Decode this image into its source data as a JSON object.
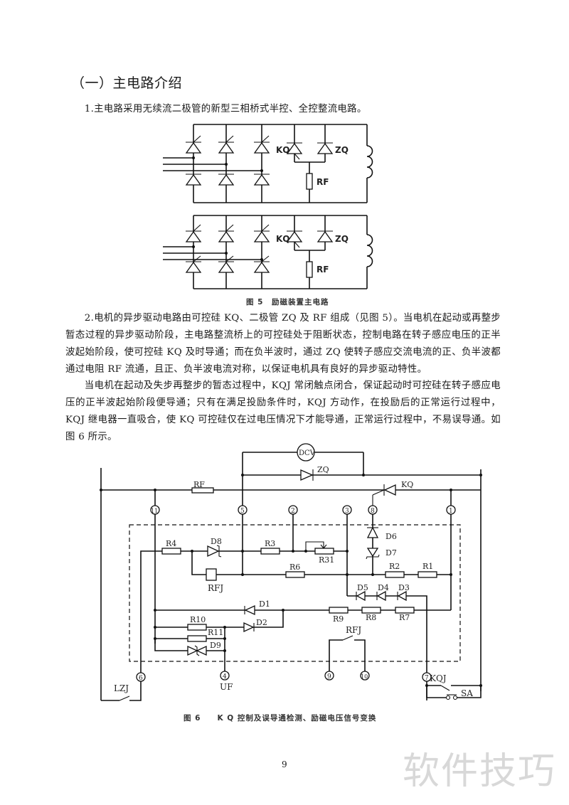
{
  "section": {
    "heading": "（一）主电路介绍"
  },
  "paragraphs": [
    "1.主电路采用无续流二极管的新型三相桥式半控、全控整流电路。",
    "2.电机的异步驱动电路由可控硅 KQ、二极管 ZQ 及 RF 组成（见图 5）。当电机在起动或再整步暂态过程的异步驱动阶段，主电路整流桥上的可控硅处于阻断状态，控制电路在转子感应电压的正半波起始阶段，使可控硅 KQ 及时导通；而在负半波时，通过 ZQ 使转子感应交流电流的正、负半波都通过电阻 RF 流通，且正、负半波电流对称，以保证电机具有良好的异步驱动特性。",
    "当电机在起动及失步再整步的暂态过程中，KQJ 常闭触点闭合，保证起动时可控硅在转子感应电压的正半波起始阶段便导通；只有在满足投励条件时，KQJ 方动作，在投励后的正常运行过程中，KQJ 继电器一直吸合，使 KQ 可控硅仅在过电压情况下才能导通，正常运行过程中，不易误导通。如图 6 所示。"
  ],
  "figure5": {
    "caption": "图 5　励磁装置主电路",
    "labels": {
      "kq": "KQ",
      "zq": "ZQ",
      "rf": "RF"
    }
  },
  "figure6": {
    "caption": "图 6　　K Q 控制及误导通检测、励磁电压信号变换",
    "labels": {
      "dcv": "DCV",
      "zq": "ZQ",
      "kq": "KQ",
      "rf": "RF",
      "r1": "R1",
      "r2": "R2",
      "r3": "R3",
      "r4": "R4",
      "r6": "R6",
      "r7": "R7",
      "r8": "R8",
      "r9": "R9",
      "r10": "R10",
      "r11": "R11",
      "r31": "R31",
      "d1": "D1",
      "d2": "D2",
      "d3": "D3",
      "d4": "D4",
      "d5": "D5",
      "d6": "D6",
      "d7": "D7",
      "d8": "D8",
      "d9": "D9",
      "rfj_coil": "RFJ",
      "rfj_contact": "RFJ",
      "lzj": "LZJ",
      "kqj": "KQJ",
      "sa": "SA",
      "uf": "UF"
    },
    "terminals": {
      "t11": "11",
      "t5": "5",
      "t2": "2",
      "t3": "3",
      "t8": "8",
      "t1": "1",
      "t6": "6",
      "t4": "4",
      "t9": "9",
      "t10": "10",
      "t7": "7"
    }
  },
  "page_number": "9",
  "watermark": "软件技巧"
}
